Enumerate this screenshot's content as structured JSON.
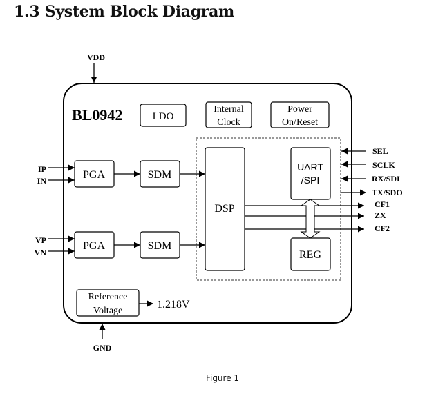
{
  "section_heading": "1.3 System Block Diagram",
  "figure_caption": "Figure 1",
  "diagram": {
    "chip_name": "BL0942",
    "blocks": {
      "ldo": [
        "LDO"
      ],
      "internal_clock": [
        "Internal",
        "Clock"
      ],
      "power_on_reset": [
        "Power",
        "On/Reset"
      ],
      "pga_current": [
        "PGA"
      ],
      "sdm_current": [
        "SDM"
      ],
      "pga_voltage": [
        "PGA"
      ],
      "sdm_voltage": [
        "SDM"
      ],
      "dsp": [
        "DSP"
      ],
      "uart_spi": [
        "UART",
        "/SPI"
      ],
      "reg": [
        "REG"
      ],
      "reference_voltage": [
        "Reference",
        "Voltage"
      ]
    },
    "reference_output": "1.218V",
    "pins": {
      "vdd": "VDD",
      "gnd": "GND",
      "ip": "IP",
      "in": "IN",
      "vp": "VP",
      "vn": "VN",
      "sel": "SEL",
      "sclk": "SCLK",
      "rx_sdi": "RX/SDI",
      "tx_sdo": "TX/SDO",
      "cf1": "CF1",
      "zx": "ZX",
      "cf2": "CF2"
    }
  }
}
